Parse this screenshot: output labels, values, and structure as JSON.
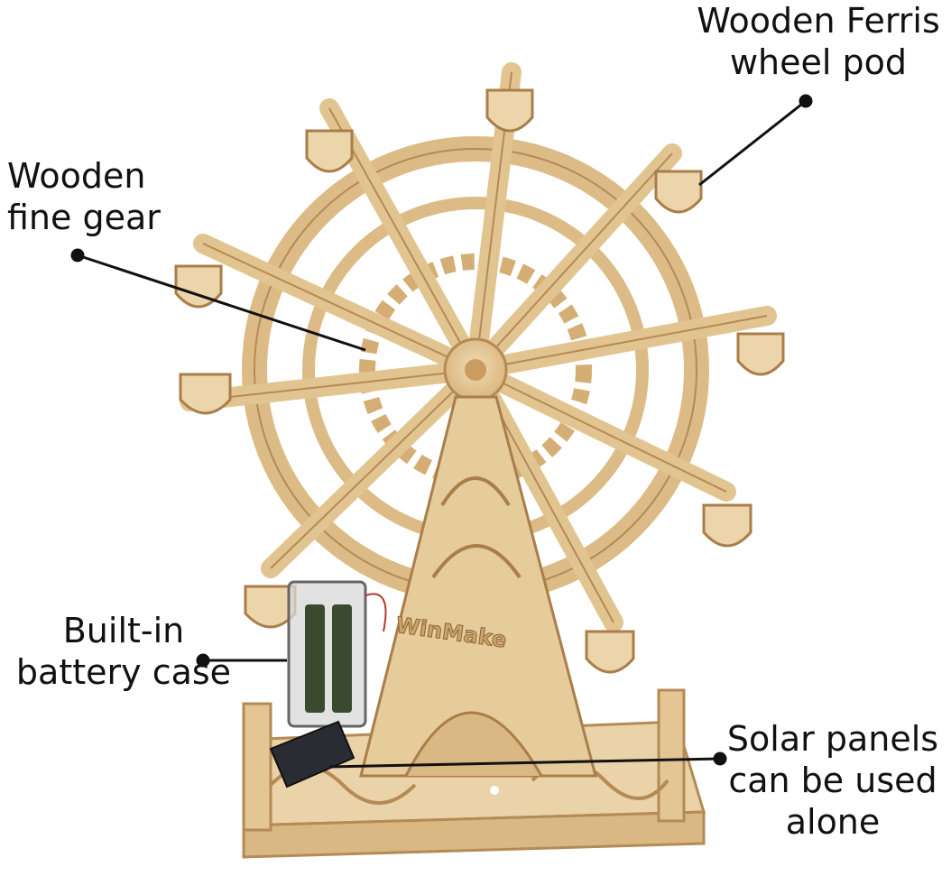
{
  "labels": {
    "pod": {
      "line1": "Wooden Ferris",
      "line2": "wheel pod"
    },
    "gear": {
      "line1": "Wooden",
      "line2": "fine gear"
    },
    "battery": {
      "line1": "Built-in",
      "line2": "battery case"
    },
    "solar": {
      "line1": "Solar panels",
      "line2": "can be used",
      "line3": "alone"
    }
  },
  "brand_logo_text": "WinMake",
  "colors": {
    "wood_light": "#e8cfa3",
    "wood_mid": "#d9b883",
    "wood_dark": "#b48a55",
    "text": "#111111",
    "leader": "#111111"
  }
}
